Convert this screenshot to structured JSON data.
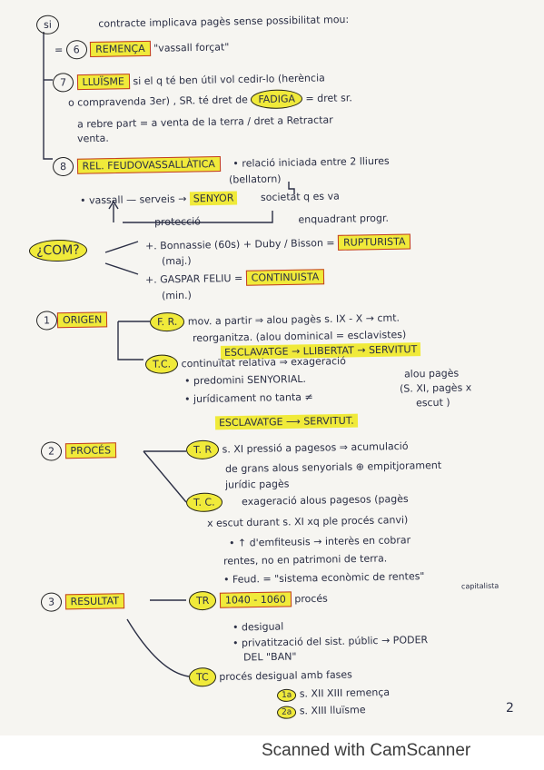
{
  "lines": [
    {
      "k": "l1",
      "text": "contracte implicava pagès sense possibilitat mou:"
    },
    {
      "k": "si",
      "text": "si"
    },
    {
      "k": "eq",
      "text": "="
    },
    {
      "k": "n6",
      "text": "6"
    },
    {
      "k": "remenca",
      "text": "REMENÇA"
    },
    {
      "k": "vassall",
      "text": "\"vassall forçat\""
    },
    {
      "k": "n7",
      "text": "7"
    },
    {
      "k": "lluisme",
      "text": "LLUÏSME"
    },
    {
      "k": "l3",
      "text": "si el q té ben útil vol cedir-lo (herència"
    },
    {
      "k": "l4a",
      "text": "o compravenda 3er) , SR. té dret de"
    },
    {
      "k": "fadiga",
      "text": "FADIGA"
    },
    {
      "k": "l4b",
      "text": "= dret sr."
    },
    {
      "k": "l5",
      "text": "a rebre part = a venta de la terra / dret a Retractar"
    },
    {
      "k": "l6",
      "text": "venta."
    },
    {
      "k": "n8",
      "text": "8"
    },
    {
      "k": "relfeud",
      "text": "REL. FEUDOVASSALLÀTICA"
    },
    {
      "k": "l7",
      "text": "• relació iniciada entre 2 lliures"
    },
    {
      "k": "l8",
      "text": "(bellatorn)"
    },
    {
      "k": "l9a",
      "text": "• vassall — serveis →"
    },
    {
      "k": "senyor",
      "text": "SENYOR"
    },
    {
      "k": "l9b",
      "text": "societat q es va"
    },
    {
      "k": "l10a",
      "text": "protecció"
    },
    {
      "k": "l10b",
      "text": "enquadrant progr."
    },
    {
      "k": "com",
      "text": "¿COM?"
    },
    {
      "k": "l11a",
      "text": "+. Bonnassie (60s) + Duby / Bisson ="
    },
    {
      "k": "rupt",
      "text": "RUPTURISTA"
    },
    {
      "k": "l12",
      "text": "(maj.)"
    },
    {
      "k": "l13",
      "text": "+. GASPAR FELIU ="
    },
    {
      "k": "cont",
      "text": "CONTINUISTA"
    },
    {
      "k": "l14",
      "text": "(min.)"
    },
    {
      "k": "n1",
      "text": "1"
    },
    {
      "k": "origen",
      "text": "ORIGEN"
    },
    {
      "k": "fr",
      "text": "F. R."
    },
    {
      "k": "l15",
      "text": "mov. a partir ⇒ alou pagès s. IX - X → cmt."
    },
    {
      "k": "l16",
      "text": "reorganitza. (alou dominical = esclavistes)"
    },
    {
      "k": "l17",
      "text": "ESCLAVATGE → LLIBERTAT → SERVITUT"
    },
    {
      "k": "tc1",
      "text": "T.C."
    },
    {
      "k": "l18",
      "text": "continuïtat relativa ⇒ exageració"
    },
    {
      "k": "l19",
      "text": "alou pagès"
    },
    {
      "k": "l20",
      "text": "• predomini SENYORIAL."
    },
    {
      "k": "l21",
      "text": "(S. XI, pagès x"
    },
    {
      "k": "l22",
      "text": "• jurídicament no tanta ≠"
    },
    {
      "k": "l23",
      "text": "escut )"
    },
    {
      "k": "l24",
      "text": "ESCLAVATGE ⟶ SERVITUT."
    },
    {
      "k": "n2",
      "text": "2"
    },
    {
      "k": "proces",
      "text": "PROCÉS"
    },
    {
      "k": "tr1",
      "text": "T. R"
    },
    {
      "k": "l25",
      "text": "s. XI pressió a pagesos ⇒ acumulació"
    },
    {
      "k": "l26",
      "text": "de grans alous senyorials ⊕ empitjorament"
    },
    {
      "k": "l27",
      "text": "jurídic pagès"
    },
    {
      "k": "tc2",
      "text": "T. C."
    },
    {
      "k": "l28",
      "text": "exageració alous pagesos (pagès"
    },
    {
      "k": "l29",
      "text": "x escut durant s. XI xq ple procés canvi)"
    },
    {
      "k": "l30",
      "text": "• ↑ d'emfiteusis → interès en cobrar"
    },
    {
      "k": "l31",
      "text": "rentes, no en patrimoni de terra."
    },
    {
      "k": "l32",
      "text": "• Feud. = \"sistema econòmic de rentes\""
    },
    {
      "k": "l33",
      "text": "capitalista"
    },
    {
      "k": "n3",
      "text": "3"
    },
    {
      "k": "resultat",
      "text": "RESULTAT"
    },
    {
      "k": "tr2",
      "text": "TR"
    },
    {
      "k": "yrs",
      "text": "1040 - 1060"
    },
    {
      "k": "l34",
      "text": "procés"
    },
    {
      "k": "l35",
      "text": "• desigual"
    },
    {
      "k": "l36",
      "text": "• privatització del sist. públic → PODER"
    },
    {
      "k": "l37",
      "text": "DEL \"BAN\""
    },
    {
      "k": "tc3",
      "text": "TC"
    },
    {
      "k": "l38",
      "text": "procés desigual amb fases"
    },
    {
      "k": "f1",
      "text": "1a"
    },
    {
      "k": "l39",
      "text": "s. XII XIII remença"
    },
    {
      "k": "f2",
      "text": "2a"
    },
    {
      "k": "l40",
      "text": "s. XIII lluïsme"
    }
  ],
  "page_number": "2",
  "watermark": "Scanned with CamScanner"
}
